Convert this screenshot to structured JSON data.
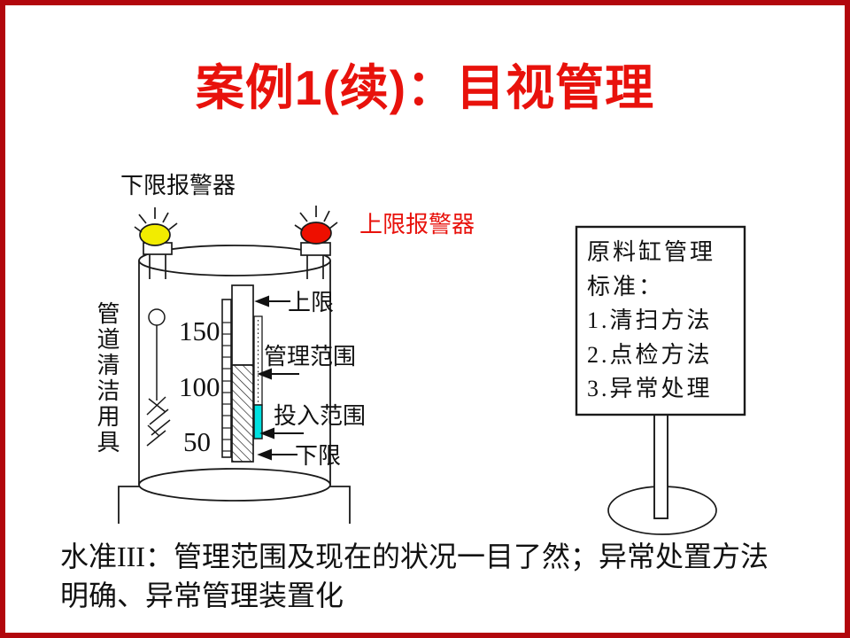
{
  "slide": {
    "title": "案例1(续)：目视管理",
    "caption": {
      "line1": "水准III：管理范围及现在的状况一目了然；异常处置方法",
      "line2": "明确、异常管理装置化"
    }
  },
  "tank_diagram": {
    "lower_alarm_label": "下限报警器",
    "upper_alarm_label": "上限报警器",
    "pipe_tool_label": "管道清洁用具",
    "scale_ticks": [
      "150",
      "100",
      "50"
    ],
    "upper_limit_label": "上限",
    "management_range_label": "管理范围",
    "input_range_label": "投入范围",
    "lower_limit_label": "下限"
  },
  "sign_board": {
    "line1": "原料缸管理",
    "line2": "标准：",
    "line3": "1.清扫方法",
    "line4": "2.点检方法",
    "line5": "3.异常处理"
  },
  "colors": {
    "title_red": "#e8120c",
    "border_red": "#b2070d",
    "lamp_yellow": "#f2ec00",
    "lamp_red": "#ee0f00",
    "input_range_cyan": "#00e1e1"
  }
}
